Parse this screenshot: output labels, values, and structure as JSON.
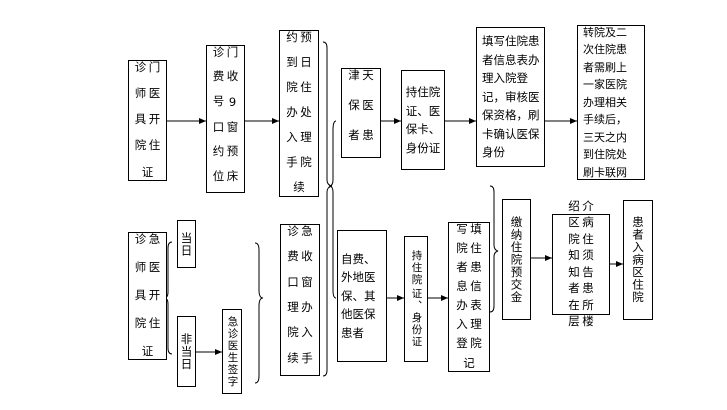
{
  "diagram": {
    "outpatient_start": [
      "门诊",
      "医师",
      "开具",
      "住院",
      "证"
    ],
    "outpatient_reserve": [
      "门诊",
      "收费",
      "9号",
      "窗口",
      "预约",
      "床位"
    ],
    "reserve_day_admission": [
      "预约",
      "日到",
      "住院",
      "处办",
      "理入",
      "院手",
      "续"
    ],
    "tianjin_insurance": [
      "天津",
      "医保",
      "患者"
    ],
    "tianjin_docs": [
      "持住院",
      "证、医",
      "保卡、",
      "身份证"
    ],
    "fill_info_verify": [
      "填写住院患",
      "者信息表办",
      "理入院登",
      "记，审核医",
      "保资格，刷",
      "卡确认医保",
      "身份"
    ],
    "transfer_note": [
      "转院及二",
      "次住院患",
      "者需刷上",
      "一家医院",
      "办理相关",
      "手续后，",
      "三天之内",
      "到住院处",
      "刷卡联网"
    ],
    "emergency_start": [
      "急诊",
      "医师",
      "开具",
      "住院",
      "证"
    ],
    "same_day": "当日",
    "not_same_day": "非当日",
    "emergency_sign": "急诊医生签字",
    "emergency_fee_window": [
      "急诊",
      "收费",
      "窗口",
      "办理",
      "入院",
      "手续"
    ],
    "self_pay": [
      "自费、",
      "外地医",
      "保、其",
      "他医保",
      "患者"
    ],
    "self_pay_docs": [
      "持住院",
      "证、身份证"
    ],
    "fill_info_register": [
      "填写",
      "住院",
      "患者",
      "信息",
      "表办",
      "理入",
      "院登",
      "记"
    ],
    "pay_deposit": "缴纳住院预交金",
    "introduce": [
      "介绍",
      "病区",
      "住院",
      "须知",
      "告知",
      "患者",
      "所在",
      "楼层"
    ],
    "admit_ward": "患者入病区住院"
  }
}
